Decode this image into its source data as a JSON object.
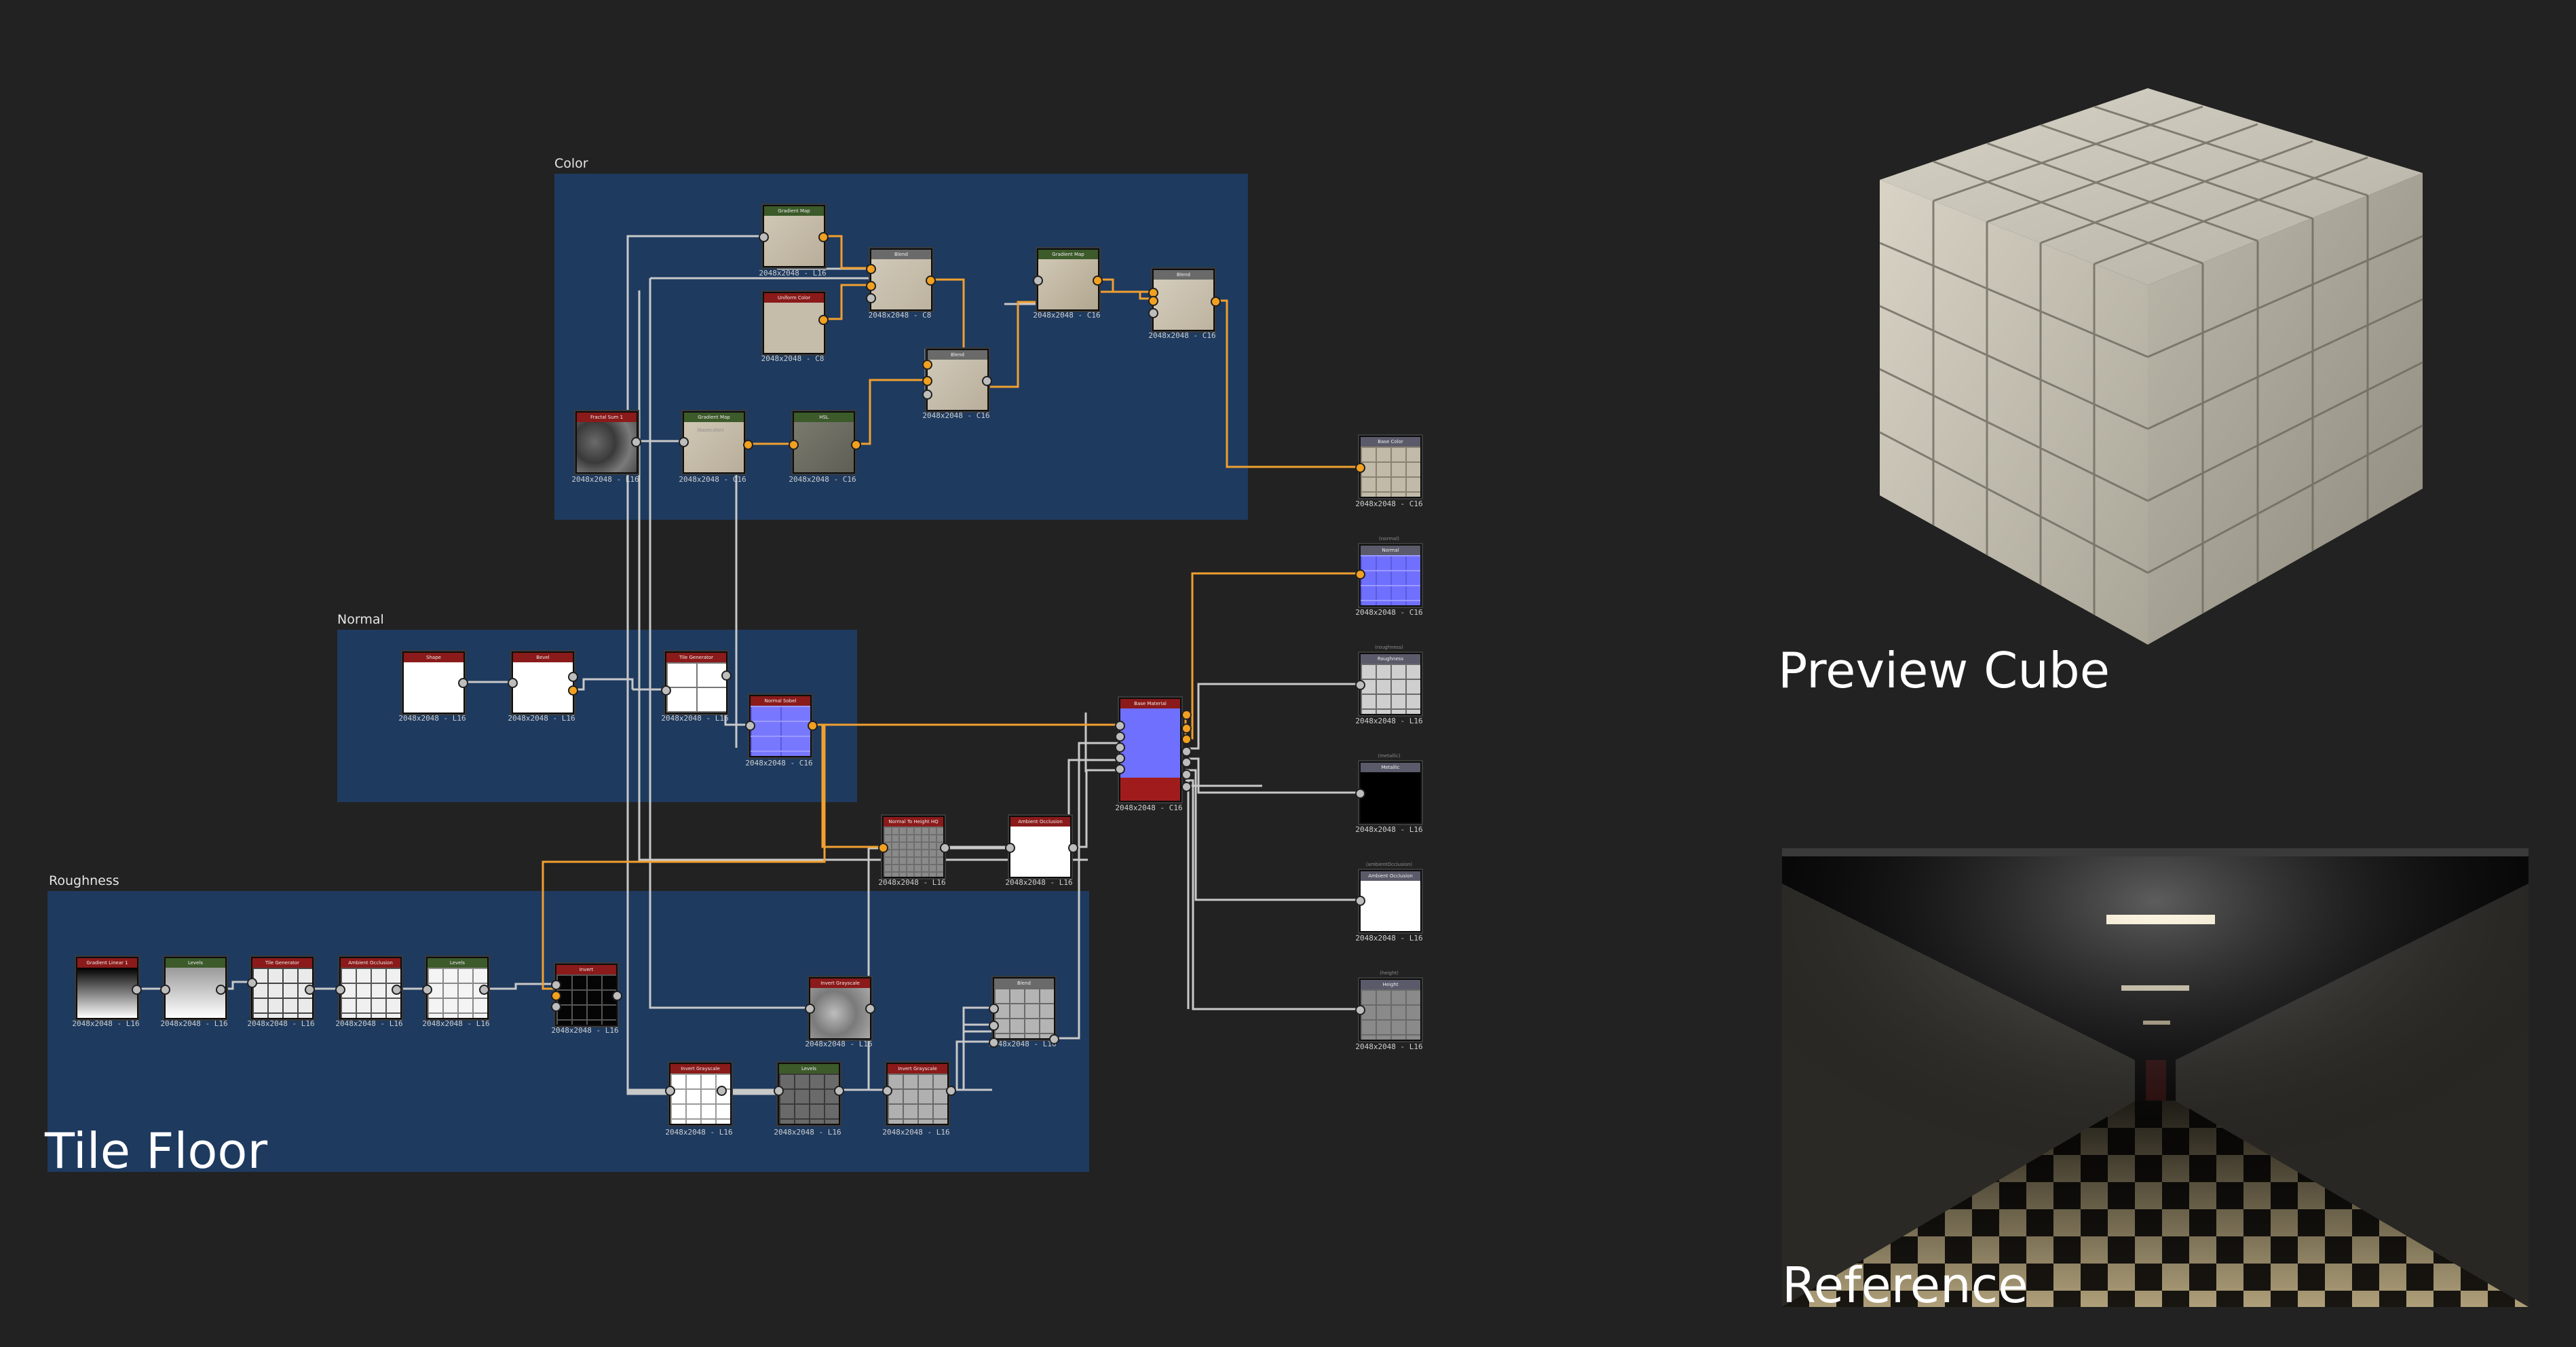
{
  "frames": {
    "color": "Color",
    "normal": "Normal",
    "roughness": "Roughness"
  },
  "labels": {
    "title": "Tile Floor",
    "preview": "Preview Cube",
    "reference": "Reference"
  },
  "nodes": {
    "gradient_map_1": {
      "title": "Gradient Map",
      "caption": "2048x2048 - L16"
    },
    "uniform_color": {
      "title": "Uniform Color",
      "caption": "2048x2048 - C8"
    },
    "blend_1": {
      "title": "Blend",
      "caption": "2048x2048 - C8"
    },
    "gradient_map_2": {
      "title": "Gradient Map",
      "caption": "2048x2048 - C16"
    },
    "blend_2": {
      "title": "Blend",
      "caption": "2048x2048 - C16"
    },
    "blend_3": {
      "title": "Blend",
      "caption": "2048x2048 - C16"
    },
    "fractal_sum": {
      "title": "Fractal Sum 1",
      "caption": "2048x2048 - L16"
    },
    "gradient_map_3": {
      "title": "Gradient Map",
      "caption": "2048x2048 - C16"
    },
    "hsl": {
      "title": "HSL",
      "caption": "2048x2048 - C16"
    },
    "shape": {
      "title": "Shape",
      "caption": "2048x2048 - L16"
    },
    "bevel": {
      "title": "Bevel",
      "caption": "2048x2048 - L16"
    },
    "tile_generator_1": {
      "title": "Tile Generator",
      "caption": "2048x2048 - L16"
    },
    "normal_sobel": {
      "title": "Normal Sobel",
      "caption": "2048x2048 - C16"
    },
    "pbr_material": {
      "title": "Base Material",
      "caption": "2048x2048 - C16"
    },
    "normal_to_height": {
      "title": "Normal To Height HQ",
      "caption": "2048x2048 - L16"
    },
    "ambient_occlusion": {
      "title": "Ambient Occlusion",
      "caption": "2048x2048 - L16"
    },
    "gradient_linear": {
      "title": "Gradient Linear 1",
      "caption": "2048x2048 - L16"
    },
    "levels_1": {
      "title": "Levels",
      "caption": "2048x2048 - L16"
    },
    "tile_generator_2": {
      "title": "Tile Generator",
      "caption": "2048x2048 - L16"
    },
    "tile_generator_3": {
      "title": "Ambient Occlusion",
      "caption": "2048x2048 - L16"
    },
    "levels_2": {
      "title": "Levels",
      "caption": "2048x2048 - L16"
    },
    "invert": {
      "title": "Invert",
      "caption": "2048x2048 - L16"
    },
    "invert_grayscale_1": {
      "title": "Invert Grayscale",
      "caption": "2048x2048 - L16"
    },
    "blend_4": {
      "title": "Blend",
      "caption": "2048x2048 - L16"
    },
    "invert_grayscale_2": {
      "title": "Invert Grayscale",
      "caption": "2048x2048 - L16"
    },
    "levels_3": {
      "title": "Levels",
      "caption": "2048x2048 - L16"
    },
    "invert_grayscale_3": {
      "title": "Invert Grayscale",
      "caption": "2048x2048 - L16"
    }
  },
  "outputs": {
    "basecolor": {
      "id": "(basecolor)",
      "title": "Base Color",
      "caption": "2048x2048 - C16"
    },
    "normal": {
      "id": "(normal)",
      "title": "Normal",
      "caption": "2048x2048 - C16"
    },
    "roughness": {
      "id": "(roughness)",
      "title": "Roughness",
      "caption": "2048x2048 - L16"
    },
    "metallic": {
      "id": "(metallic)",
      "title": "Metallic",
      "caption": "2048x2048 - L16"
    },
    "ambient_occlusion": {
      "id": "(ambientOcclusion)",
      "title": "Ambient Occlusion",
      "caption": "2048x2048 - L16"
    },
    "height": {
      "id": "(height)",
      "title": "Height",
      "caption": "2048x2048 - L16"
    }
  },
  "colors": {
    "background": "#222222",
    "frame": "#1e3a5f",
    "wire": "#c8c8c8",
    "active_wire": "#f0a030",
    "header_red": "#8b1a1a",
    "header_green": "#3c5a2a",
    "header_gray": "#5a5a6a"
  }
}
